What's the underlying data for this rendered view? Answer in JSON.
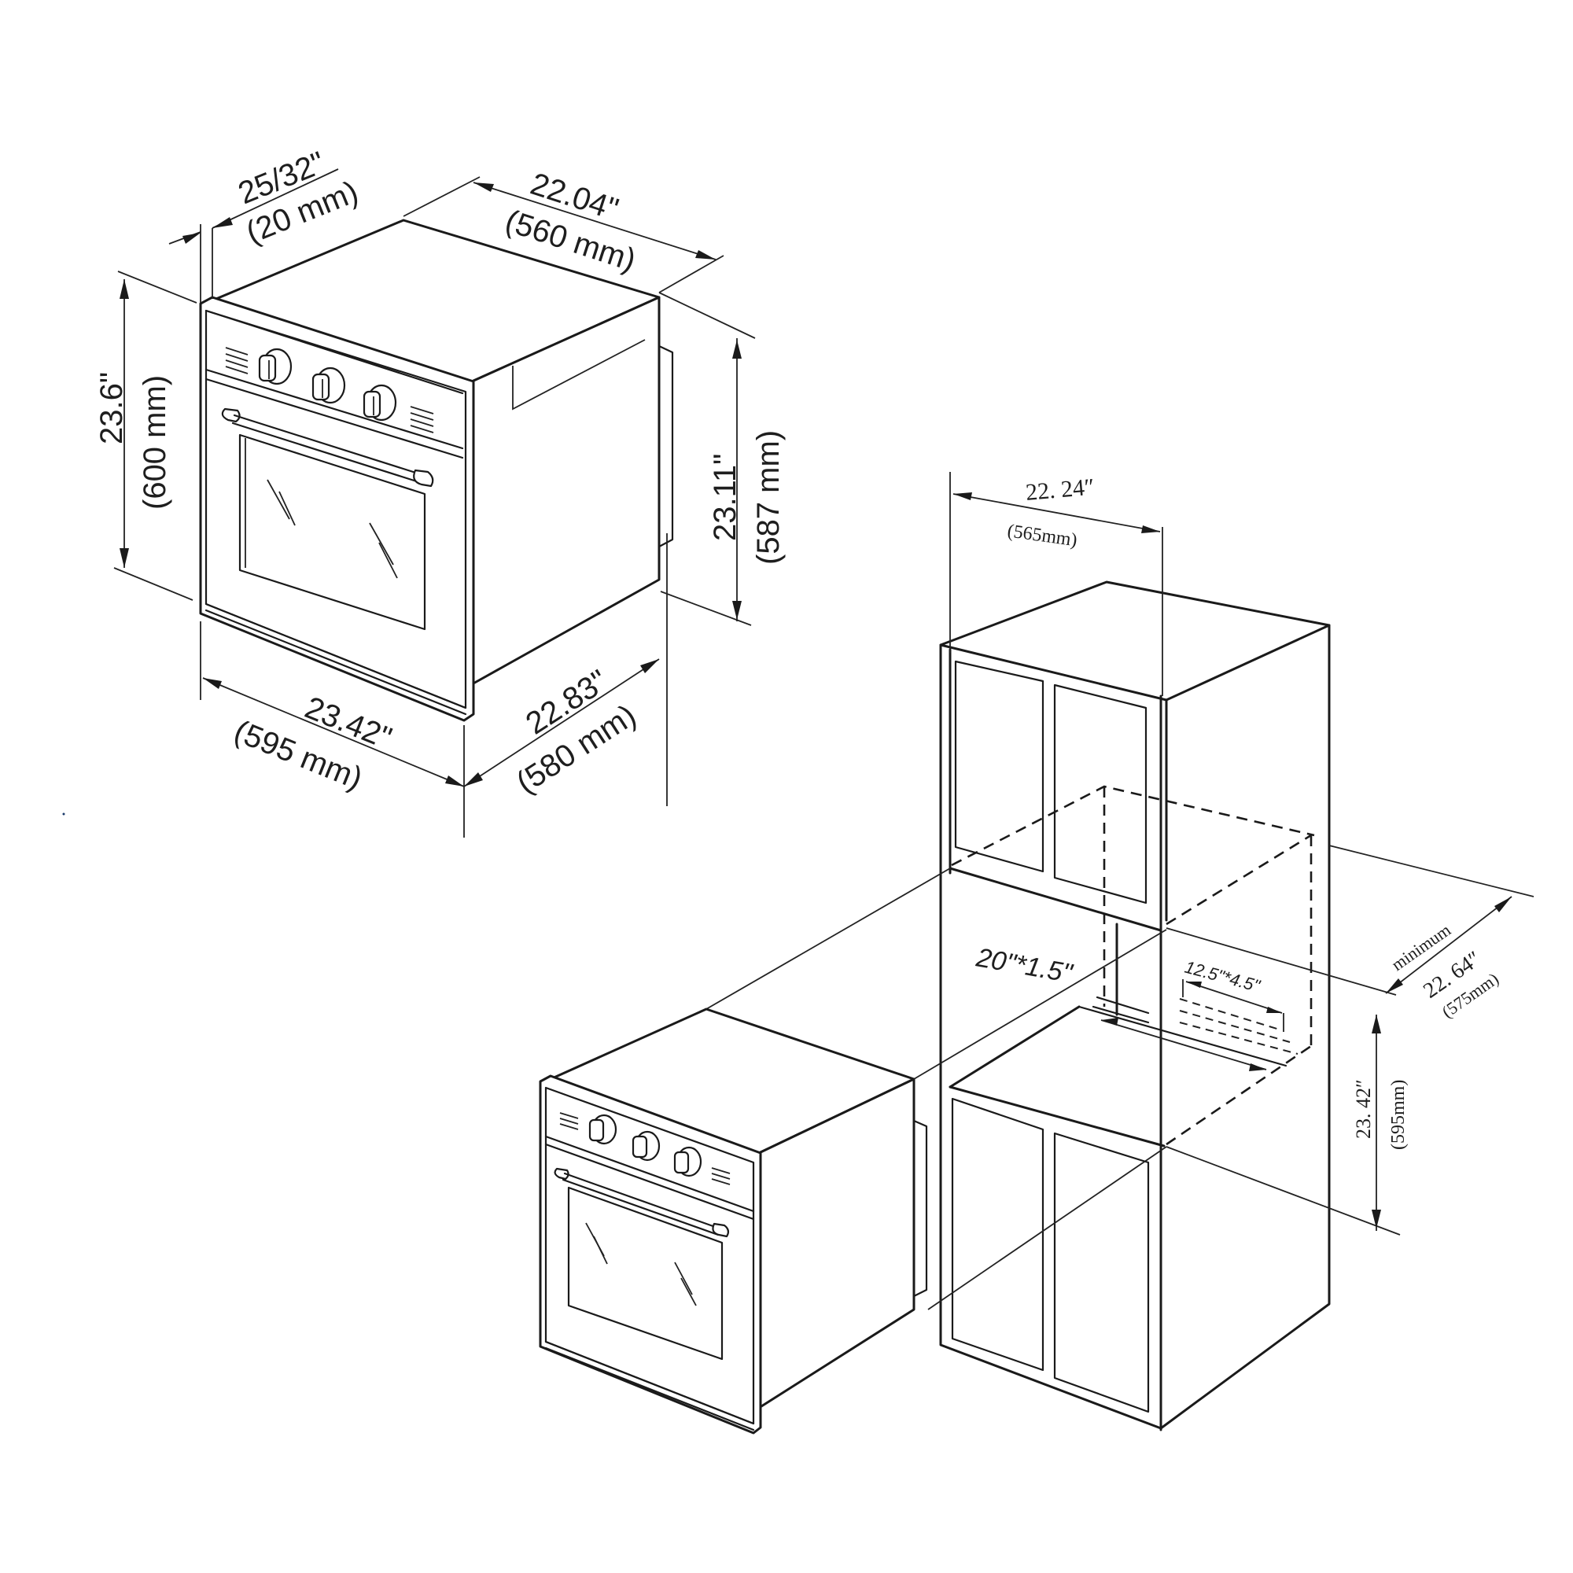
{
  "diagram": {
    "type": "installation-dimension-drawing",
    "subject": "built-in wall oven",
    "colors": {
      "line": "#1a1a1a",
      "background": "#ffffff",
      "text": "#1e1e1e"
    }
  },
  "oven_dimensions": {
    "flange_depth": {
      "inches": "25/32\"",
      "mm": "(20 mm)"
    },
    "body_width": {
      "inches": "22.04\"",
      "mm": "(560 mm)"
    },
    "overall_height": {
      "inches": "23.6\"",
      "mm": "(600 mm)"
    },
    "body_height": {
      "inches": "23.11\"",
      "mm": "(587 mm)"
    },
    "overall_width": {
      "inches": "23.42\"",
      "mm": "(595 mm)"
    },
    "depth": {
      "inches": "22.83\"",
      "mm": "(580 mm)"
    }
  },
  "cutout_dimensions": {
    "cutout_width": {
      "inches": "22. 24″",
      "mm": "(565mm)"
    },
    "cutout_depth": {
      "note": "minimum",
      "inches": "22. 64″",
      "mm": "(575mm)"
    },
    "cutout_height": {
      "inches": "23. 42″",
      "mm": "(595mm)"
    },
    "bottom_vent_opening": {
      "label": "20\"*1.5\""
    },
    "rear_vent_opening": {
      "label": "12.5\"*4.5\""
    }
  },
  "oven_features": {
    "knob_count": 3,
    "vent_grilles": 2,
    "handle": "horizontal bar handle",
    "window": "glass door window"
  },
  "cabinet_features": {
    "upper_doors": 2,
    "lower_doors": 2,
    "oven_niche": "middle open compartment"
  }
}
